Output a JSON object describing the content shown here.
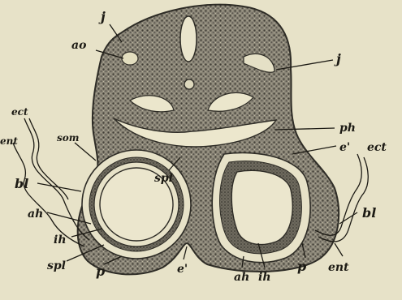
{
  "colors": {
    "background": "#e7e2c8",
    "ink": "#1c1a14",
    "tissue": "#7c776a",
    "tissue_dark": "#4e4a40"
  },
  "labels": {
    "j_top": "j",
    "ao": "ao",
    "j_right": "j",
    "ect_left": "ect",
    "ent_left": "ent",
    "som": "som",
    "ph": "ph",
    "e_prime_right": "e'",
    "ect_right": "ect",
    "spl_center": "spl",
    "bl_left": "bl",
    "bl_right": "bl",
    "ah_left": "ah",
    "ih_left": "ih",
    "spl_bottom": "spl",
    "p_left": "p",
    "e_prime_bottom": "e'",
    "ah_bottom": "ah",
    "ih_bottom": "ih",
    "p_right": "p",
    "ent_right": "ent"
  }
}
